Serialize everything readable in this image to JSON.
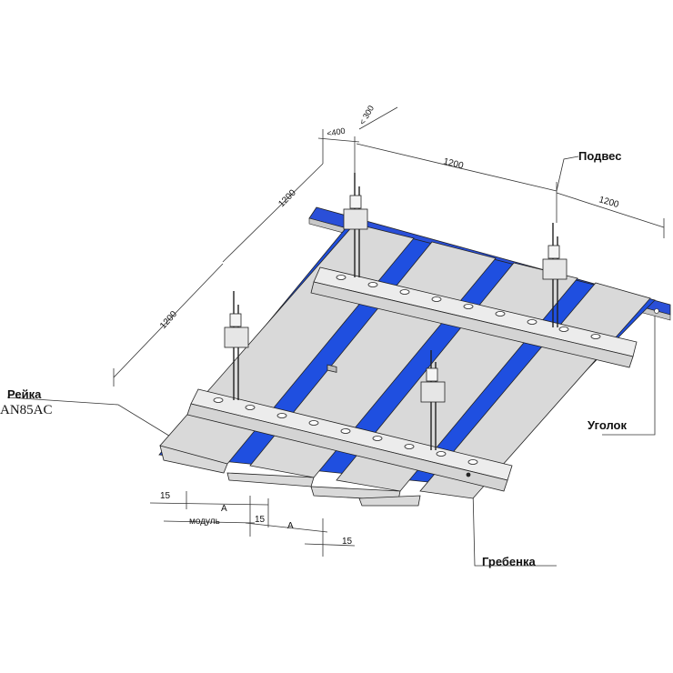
{
  "labels": {
    "podves": "Подвес",
    "ugolok": "Уголок",
    "reyka": "Рейка",
    "model": "AN85AC",
    "grebenka": "Гребенка"
  },
  "dimensions": {
    "top_lt400": "<400",
    "top_lt300": "< 300",
    "top_1200": "1200",
    "right_1200": "1200",
    "left_1200_upper": "1200",
    "left_1200_lower": "1200",
    "bottom_15_a": "15",
    "bottom_A_a": "A",
    "bottom_modul": "модуль",
    "bottom_15_b": "15",
    "bottom_A_b": "A",
    "bottom_15_c": "15"
  },
  "colors": {
    "panel": "#d9d9d9",
    "gap": "#1f4fe0",
    "rail": "#e8e8e8",
    "line": "#222222"
  }
}
